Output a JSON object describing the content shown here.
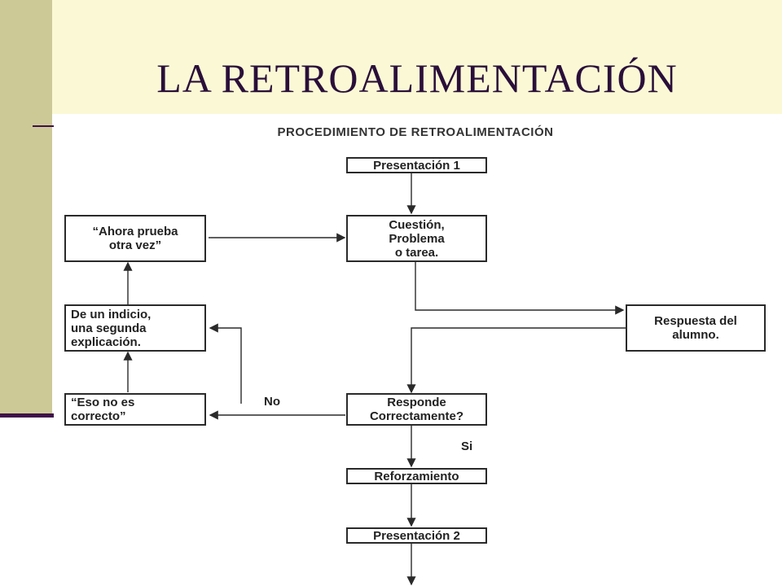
{
  "slide": {
    "title": "LA RETROALIMENTACIÓN"
  },
  "diagram": {
    "heading": "PROCEDIMIENTO DE RETROALIMENTACIÓN",
    "nodes": {
      "presentacion1": "Presentación 1",
      "cuestion": "Cuestión,\nProblema\no tarea.",
      "ahora": "“Ahora prueba\notra vez”",
      "respuesta": "Respuesta del\nalumno.",
      "indicio": "De un indicio,\nuna segunda\nexplicación.",
      "eso": "“Eso no es\ncorrecto”",
      "responde": "Responde\nCorrectamente?",
      "reforzamiento": "Reforzamiento",
      "presentacion2": "Presentación 2"
    },
    "edge_labels": {
      "no": "No",
      "si": "Si"
    }
  },
  "colors": {
    "side_band": "#cdc997",
    "title_band": "#fbf9d5",
    "title_text": "#2a0f3a",
    "rule": "#3e1049"
  }
}
